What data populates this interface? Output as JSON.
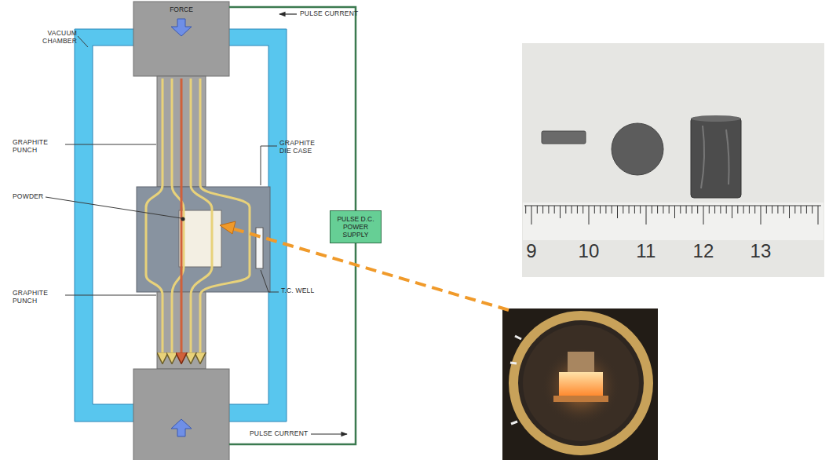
{
  "diagram": {
    "nodes": [
      {
        "text": [
          "FORCE"
        ]
      },
      {
        "text": [
          "PULSE D.C. POWER SUPPLY"
        ]
      }
    ],
    "edges": [
      {
        "from": 1,
        "to": 0,
        "arrow": "none"
      }
    ],
    "labels": [
      "VACUUM CHAMBER",
      "PULSE CURRENT",
      "GRAPHITE PUNCH",
      "GRAPHITE DIE CASE",
      "POWDER",
      "T.C. WELL",
      "GRAPHITE PUNCH",
      "PULSE CURRENT",
      "9",
      "10",
      "11",
      "12",
      "13"
    ]
  }
}
